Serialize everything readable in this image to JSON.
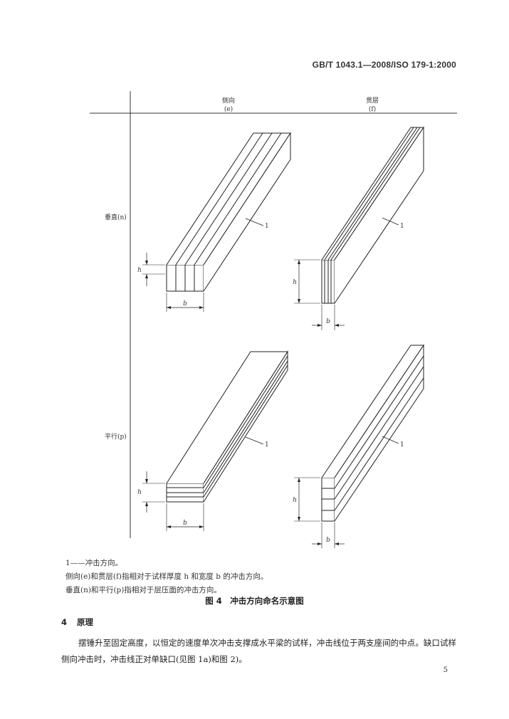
{
  "header": {
    "standard": "GB/T 1043.1—2008/ISO 179-1:2000"
  },
  "figure": {
    "columns": [
      {
        "label": "侧向",
        "code": "(e)"
      },
      {
        "label": "贯层",
        "code": "(f)"
      }
    ],
    "rows": [
      {
        "label": "垂直(n)"
      },
      {
        "label": "平行(p)"
      }
    ],
    "callout": "1",
    "dim_h": "h",
    "dim_b": "b",
    "notes": [
      "1——冲击方向。",
      "侧向(e)和贯层(f)指相对于试样厚度 h 和宽度 b 的冲击方向。",
      "垂直(n)和平行(p)指相对于层压面的冲击方向。"
    ],
    "caption": "图 4　冲击方向命名示意图"
  },
  "section": {
    "number": "4",
    "title": "原理",
    "paragraph": "摆锤升至固定高度，以恒定的速度单次冲击支撑成水平梁的试样，冲击线位于两支座间的中点。缺口试样侧向冲击时，冲击线正对单缺口(见图 1a)和图 2)。"
  },
  "page_number": "5"
}
